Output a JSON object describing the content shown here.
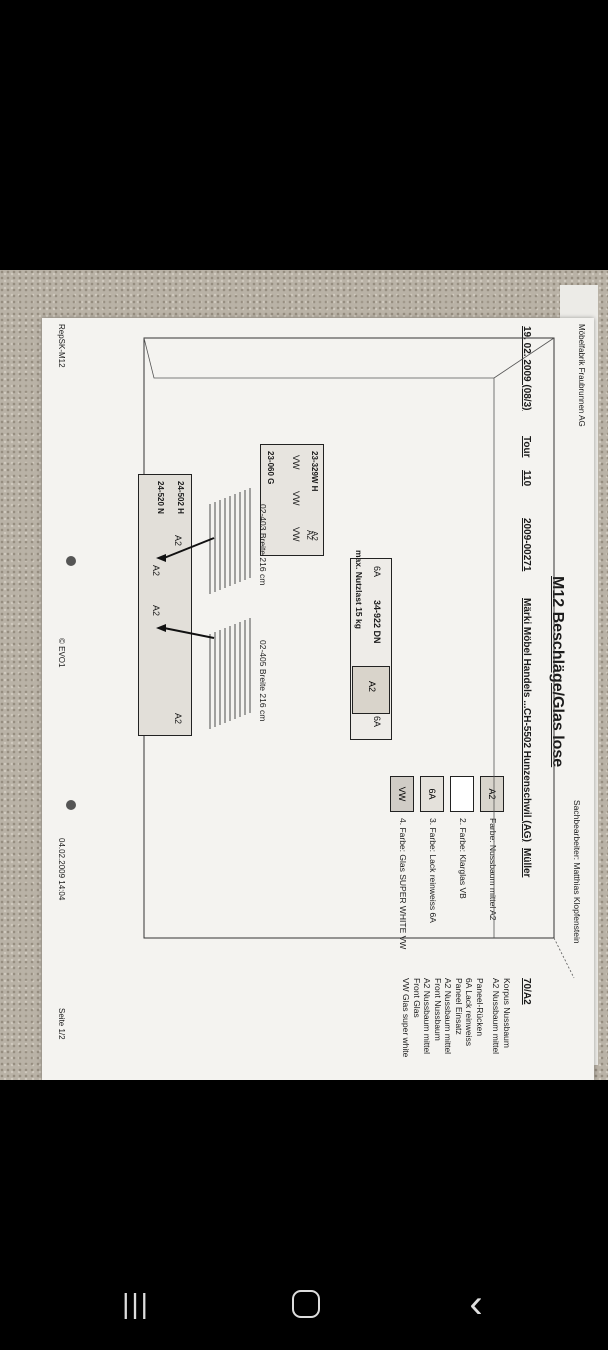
{
  "doc": {
    "title": "M12 Beschläge/Glas lose",
    "sachbearbeiter": "Sachbearbeiter: Matthias Klopfenstein",
    "company": "Möbelfabrik Fraubrunnen AG",
    "date_code": "19. 02. 2009 (08/3)",
    "tour_label": "Tour",
    "tour_no": "110",
    "order_no": "2009-00271",
    "customer": "Märki Möbel Handels ...",
    "location": "CH-5502 Hunzenschwil (AG)",
    "name": "Müller",
    "code": "70/A2",
    "notes": [
      "Korpus Nussbaum",
      "A2 Nussbaum mittel",
      "Paneel-Rücken",
      "6A Lack reinweiss",
      "Paneel Einsatz",
      "A2 Nussbaum mittel",
      "Front Nussbaum",
      "A2 Nussbaum mittel",
      "Front Glas",
      "VW Glas super white"
    ],
    "colors": [
      {
        "swatch": "A2",
        "label": "Farbe: Nussbaum mittel A2"
      },
      {
        "swatch": "",
        "label": "2. Farbe: Klarglas VB"
      },
      {
        "swatch": "6A",
        "label": "3. Farbe: Lack reinweiss 6A"
      },
      {
        "swatch": "VW",
        "label": "4. Farbe: Glas SUPER WHITE VW"
      }
    ],
    "max_load": "max. Nutzlast 15 kg",
    "part_6a_left": "6A",
    "part_6a_right": "6A",
    "part_a2_panel": "A2",
    "part_34_922": "34-922 DN",
    "part_23_329": "23-329W H",
    "part_23_060": "23-060 G",
    "part_vw1": "VW",
    "part_vw2": "VW",
    "part_vw3": "VW",
    "part_a2_1": "A2",
    "part_a2_2": "A2",
    "part_a2_3": "A2",
    "part_a2_4": "A2",
    "part_a2_5": "A2",
    "part_a2_6": "A2",
    "part_24_520": "24-520 N",
    "part_24_502": "24-502 H",
    "glass_left": "02-403 Breite 216 cm",
    "glass_right": "02-405 Breite 216 cm",
    "footer_left": "RepSK-M12",
    "footer_mid": "© EVO1",
    "footer_date": "04.02.2009 14:04",
    "footer_page": "Seite 1/2"
  },
  "nav": {
    "recent": "|||",
    "home": "○",
    "back": "‹"
  }
}
